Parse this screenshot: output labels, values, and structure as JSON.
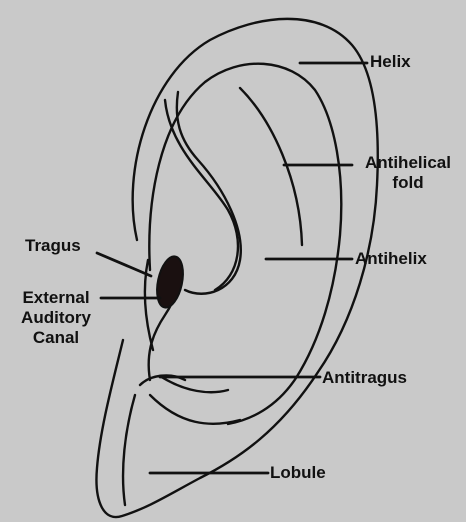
{
  "labels": {
    "helix": "Helix",
    "antihelical_fold_line1": "Antihelical",
    "antihelical_fold_line2": "fold",
    "antihelix": "Antihelix",
    "tragus": "Tragus",
    "external_canal_line1": "External",
    "external_canal_line2": "Auditory",
    "external_canal_line3": "Canal",
    "antitragus": "Antitragus",
    "lobule": "Lobule"
  },
  "colors": {
    "background": "#c9c9c9",
    "line": "#111111",
    "canal_fill": "#1a1010"
  }
}
